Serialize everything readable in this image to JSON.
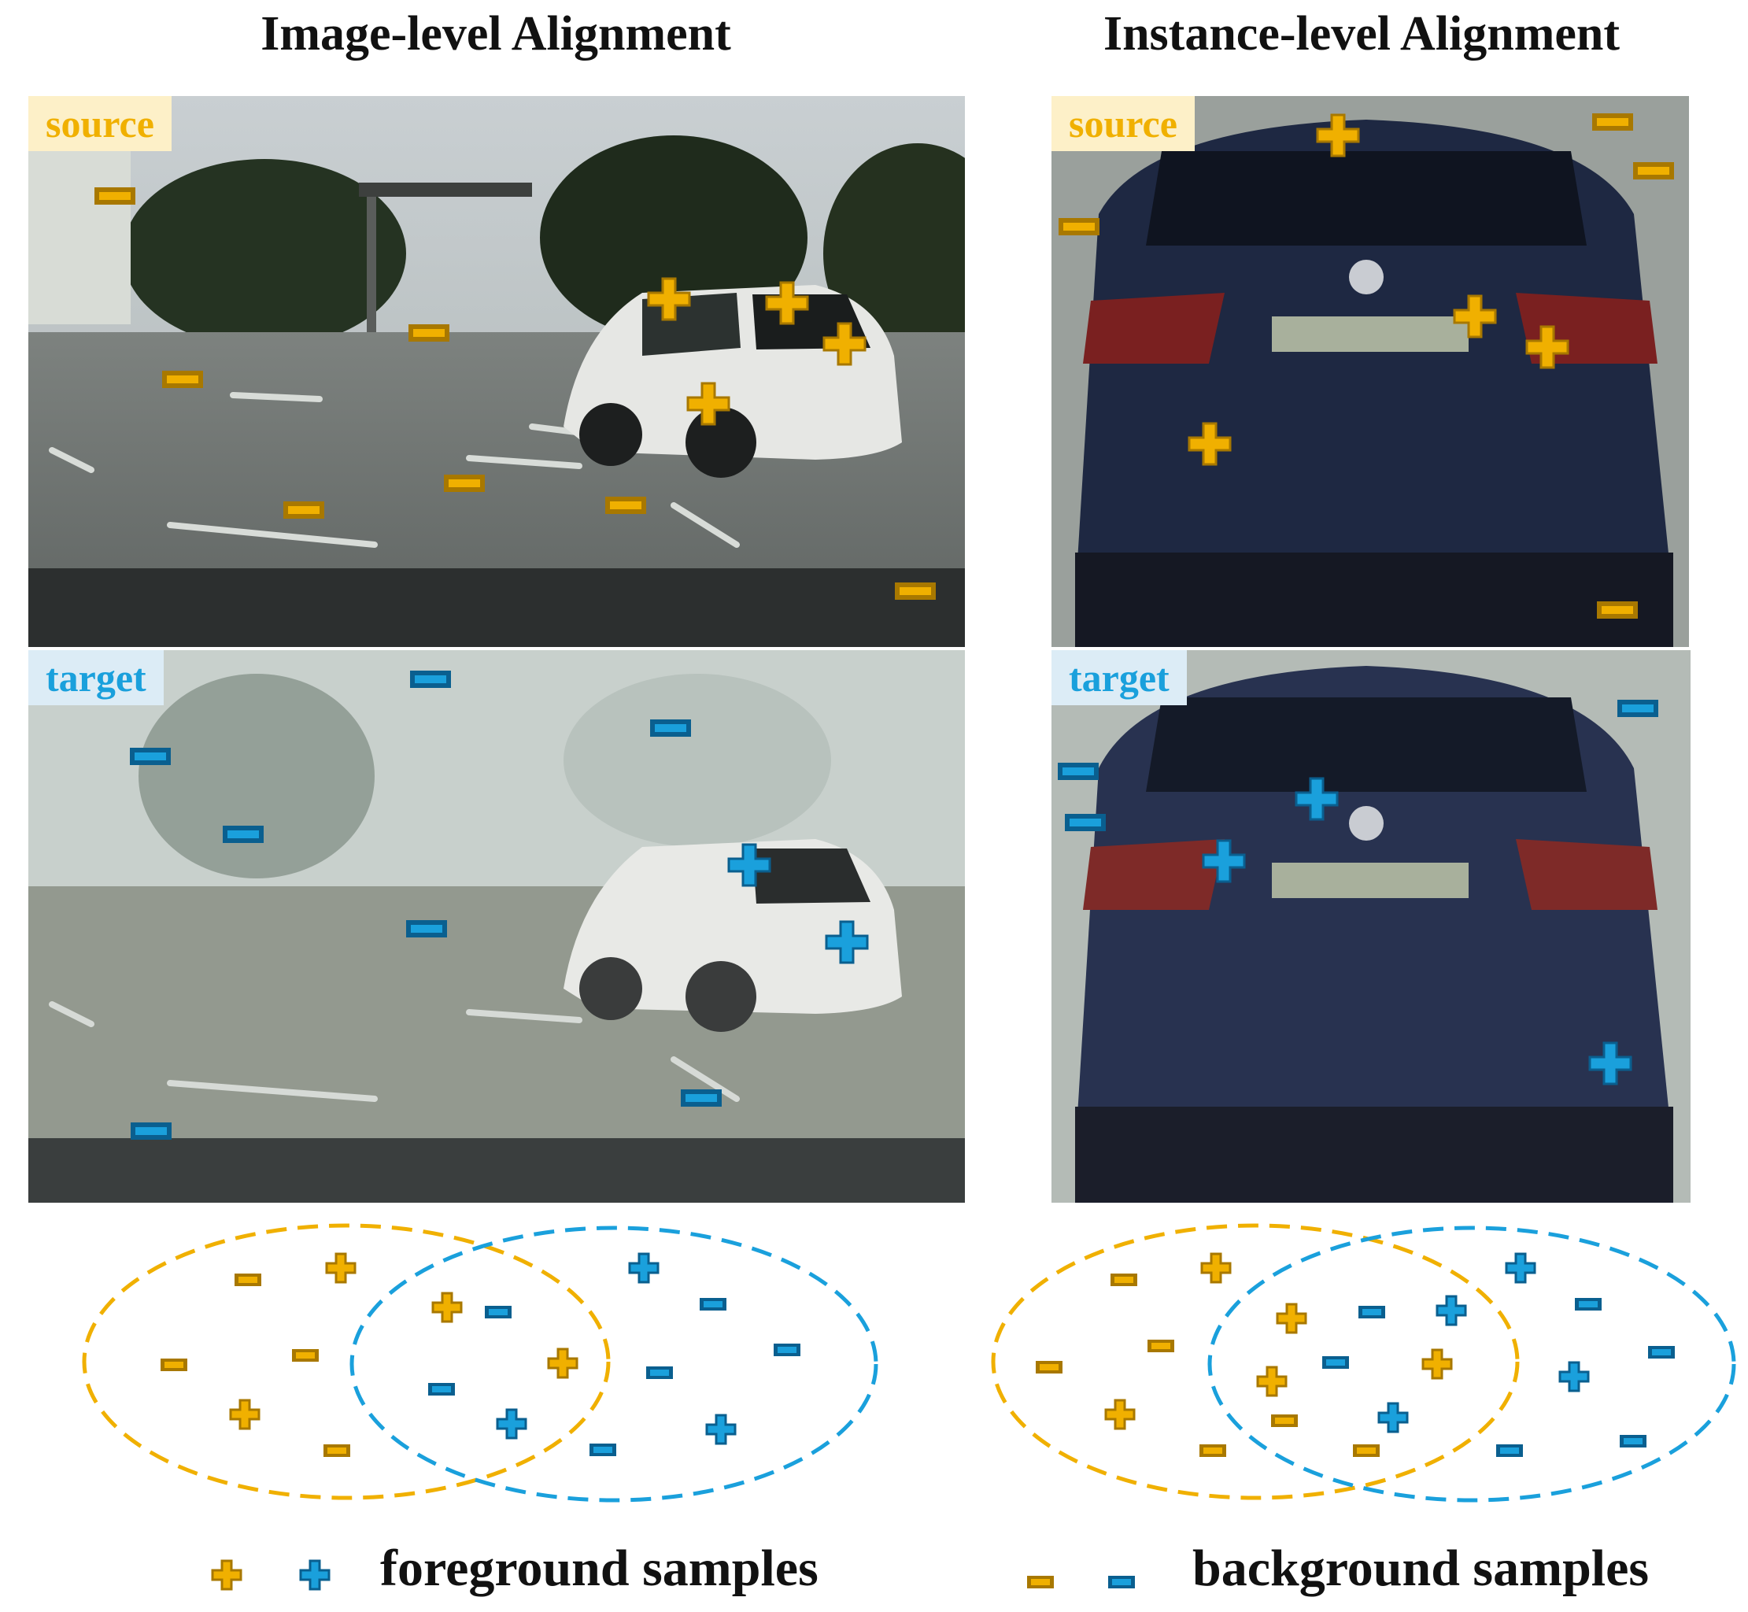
{
  "titles": {
    "left": "Image-level Alignment",
    "right": "Instance-level Alignment"
  },
  "tags": {
    "source": "source",
    "target": "target"
  },
  "legend": {
    "foreground": "foreground samples",
    "background": "background samples"
  },
  "colors": {
    "source_marker": "#f0b000",
    "source_marker_border": "#a87800",
    "target_marker": "#1aa0dc",
    "target_marker_border": "#0a5f8f",
    "source_ellipse": "#f0b000",
    "target_ellipse": "#1aa0dc"
  }
}
